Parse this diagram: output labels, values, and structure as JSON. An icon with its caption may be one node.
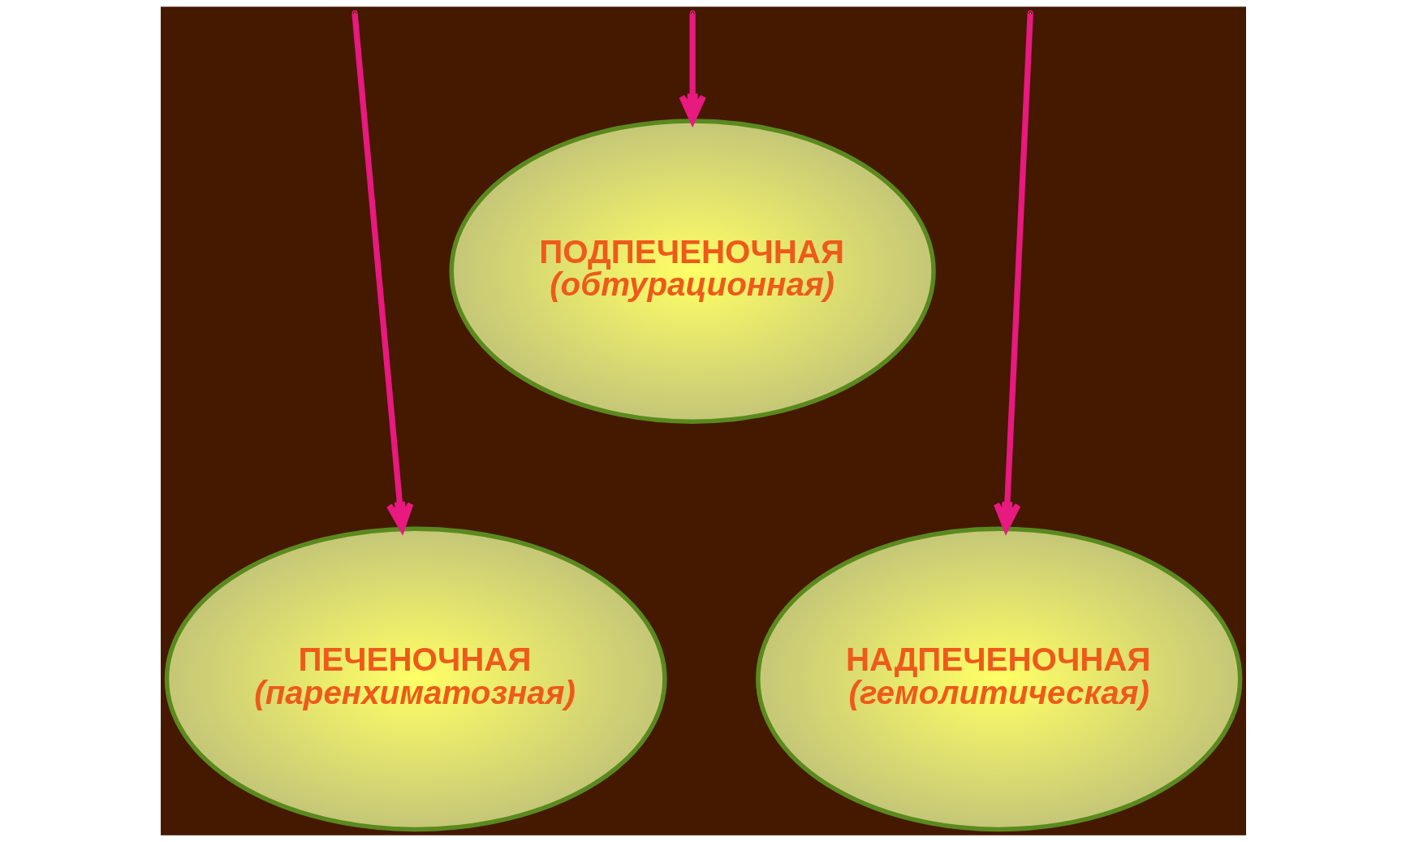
{
  "diagram": {
    "nodes": [
      {
        "text": [
          "НАДПЕЧЕНОЧНАЯ",
          "(гемолитическая)"
        ]
      },
      {
        "text": [
          "ПЕЧЕНОЧНАЯ",
          "(паренхиматозная)"
        ]
      },
      {
        "text": [
          "ПОДПЕЧЕНОЧНАЯ",
          "(обтурационная)"
        ]
      }
    ],
    "edges": [
      {
        "from": null,
        "to": 0,
        "arrow": "to"
      },
      {
        "from": null,
        "to": 2,
        "arrow": "to"
      },
      {
        "from": null,
        "to": 1,
        "arrow": "to"
      }
    ]
  }
}
